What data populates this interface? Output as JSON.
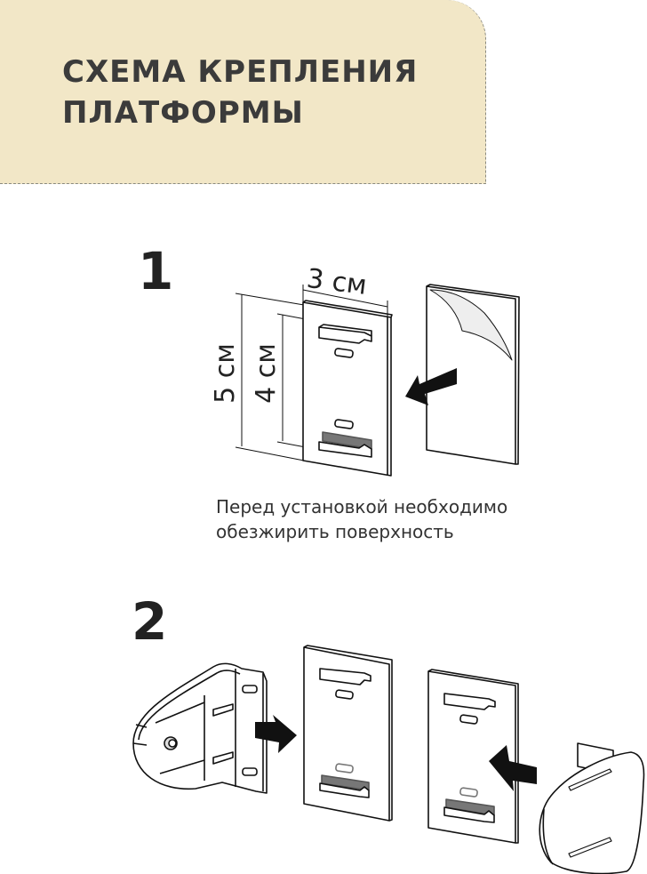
{
  "header": {
    "title_line1": "СХЕМА КРЕПЛЕНИЯ",
    "title_line2": "ПЛАТФОРМЫ"
  },
  "step1": {
    "number": "1",
    "dimensions": {
      "width": "3 см",
      "height_outer": "5 см",
      "height_inner": "4 см"
    },
    "note_line1": "Перед установкой необходимо",
    "note_line2": "обезжирить поверхность"
  },
  "step2": {
    "number": "2"
  },
  "colors": {
    "header_bg": "#f2e7c7",
    "text": "#3b3b3b",
    "tape": "#777777"
  }
}
